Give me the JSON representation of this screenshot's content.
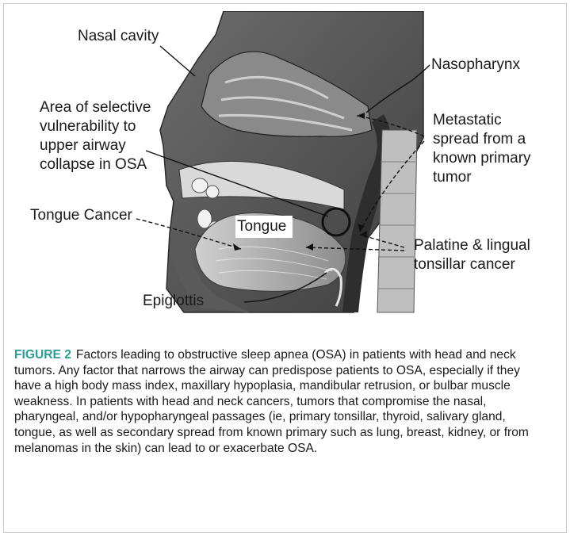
{
  "labels": {
    "nasal_cavity": "Nasal cavity",
    "nasopharynx": "Nasopharynx",
    "selective_vulnerability": "Area of selective\nvulnerability to\nupper airway\ncollapse in OSA",
    "metastatic_spread": "Metastatic\nspread from a\nknown primary\ntumor",
    "tongue_cancer": "Tongue Cancer",
    "tongue": "Tongue",
    "tonsillar_cancer": "Palatine & lingual\ntonsillar cancer",
    "epiglottis": "Epiglottis"
  },
  "caption": {
    "figure_label": "FIGURE 2",
    "text": "Factors leading to obstructive sleep apnea (OSA) in patients with head and neck tumors. Any factor that narrows the airway can predispose patients to OSA, especially if they have a high body mass index, maxillary hypoplasia, mandibular retrusion, or bulbar muscle weakness. In patients with head and neck cancers, tumors that compromise the nasal, pharyngeal, and/or hypopharyngeal passages (ie, primary tonsillar, thyroid, salivary gland, tongue, as well as secondary spread from known primary such as lung, breast, kidney, or from melanomas in the skin) can lead to or exacerbate OSA."
  },
  "colors": {
    "figure_label": "#2b9c93",
    "text": "#1a1a1a"
  }
}
